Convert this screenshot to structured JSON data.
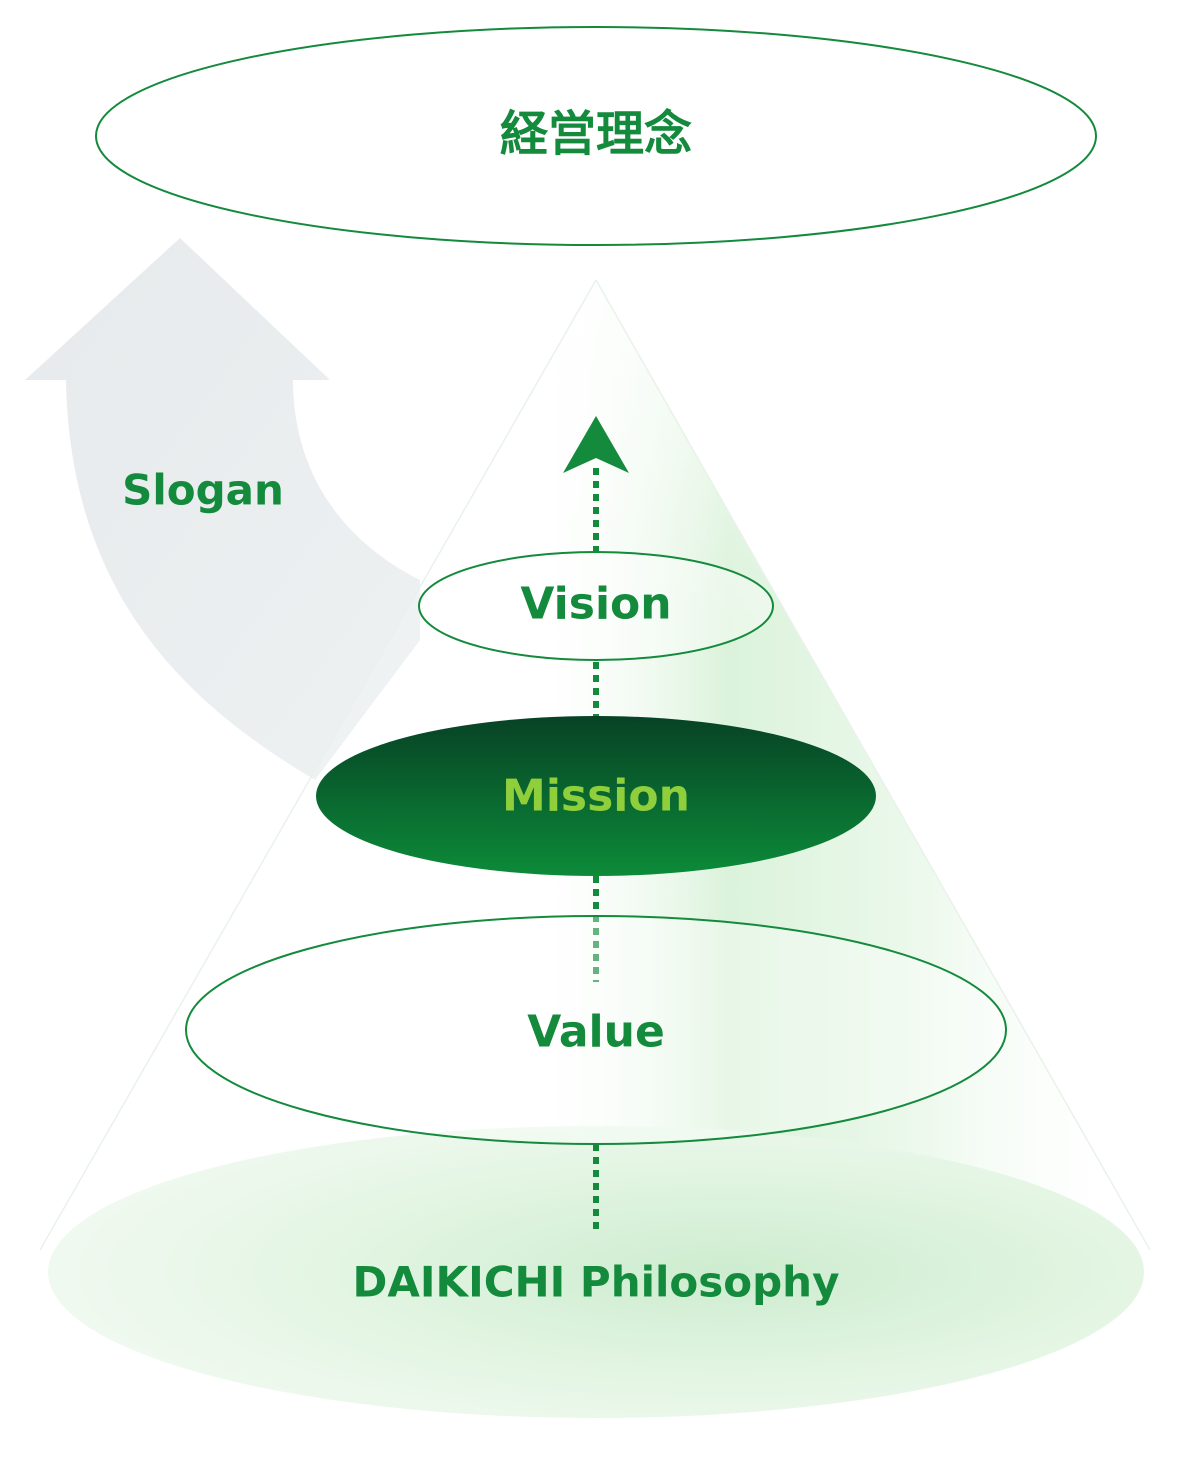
{
  "top_label": "経営理念",
  "slogan_label": "Slogan",
  "vision_label": "Vision",
  "mission_label": "Mission",
  "value_label": "Value",
  "philosophy_label": "DAIKICHI Philosophy",
  "colors": {
    "primary_green": "#138a3c",
    "dark_green": "#0b4a2a",
    "mission_text": "#8fcf3c",
    "arrow_gray": "#e7ecee",
    "pale_green": "#d7f0da"
  }
}
